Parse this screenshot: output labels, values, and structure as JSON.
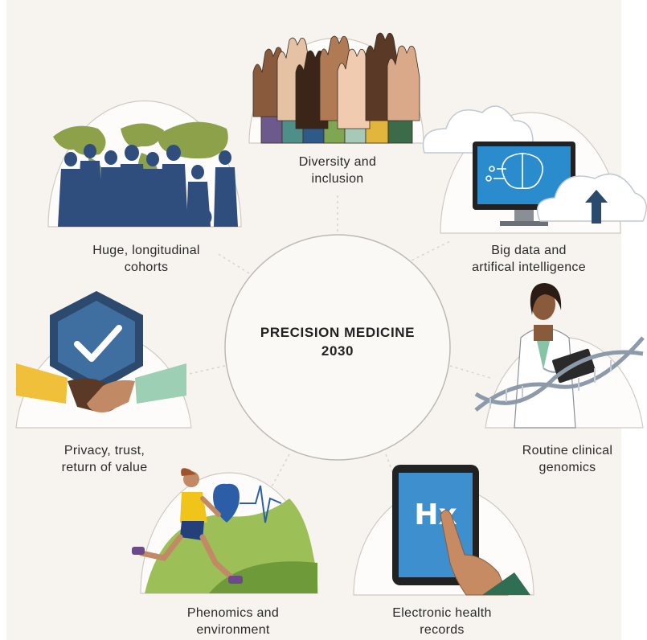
{
  "center": {
    "line1": "PRECISION MEDICINE",
    "line2": "2030"
  },
  "segments": [
    {
      "line1": "Diversity and",
      "line2": "inclusion",
      "icon": "raised-hands-icon"
    },
    {
      "line1": "Big data and",
      "line2": "artifical intelligence",
      "icon": "ai-monitor-cloud-icon"
    },
    {
      "line1": "Routine clinical",
      "line2": "genomics",
      "icon": "doctor-dna-icon"
    },
    {
      "line1": "Electronic health",
      "line2": "records",
      "icon": "tablet-hx-icon"
    },
    {
      "line1": "Phenomics and",
      "line2": "environment",
      "icon": "runner-heartbeat-icon"
    },
    {
      "line1": "Privacy, trust,",
      "line2": "return of value",
      "icon": "shield-handshake-icon"
    },
    {
      "line1": "Huge, longitudinal",
      "line2": "cohorts",
      "icon": "world-crowd-icon"
    }
  ],
  "tablet_text": "Hx",
  "colors": {
    "background": "#f7f4ef",
    "navy": "#2c4a6e",
    "olive": "#7f9a3c",
    "sky": "#6aa9d6",
    "green_field": "#8eb04a"
  }
}
